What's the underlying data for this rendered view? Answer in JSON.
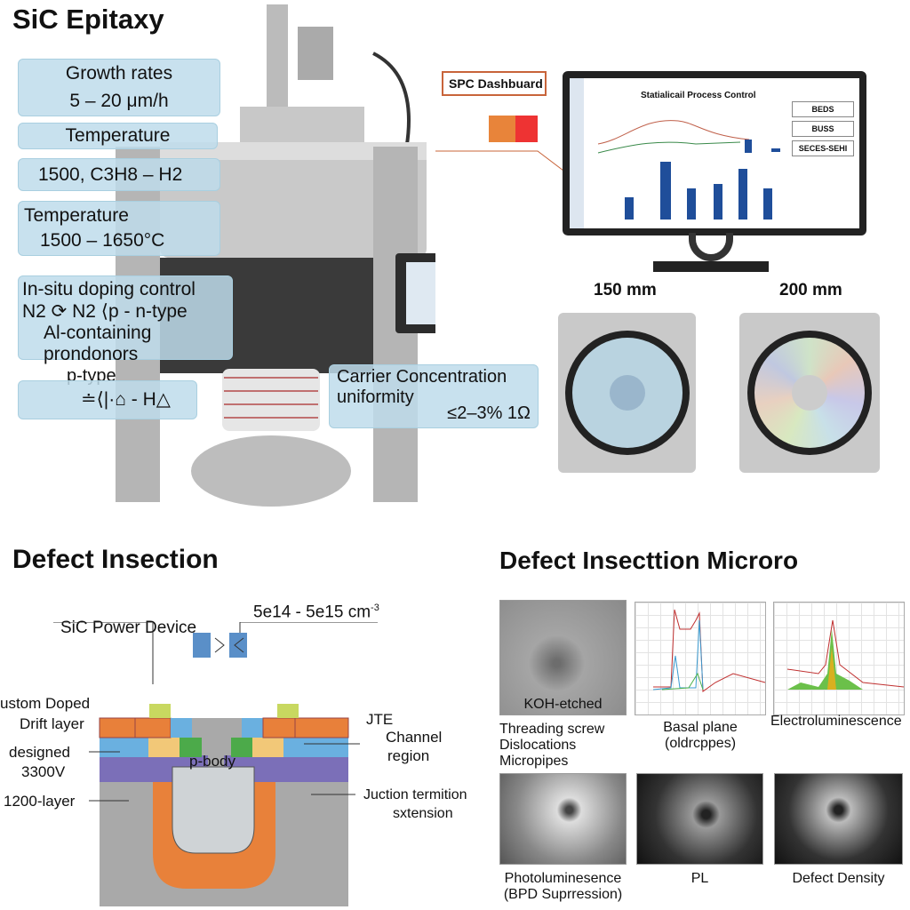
{
  "top": {
    "title": "SiC Epitaxy",
    "growth_title": "Growth rates",
    "growth_value": "5 – 20 μm/h",
    "temperature_label": "Temperature",
    "precursor": "1500, C3H8 – H2",
    "temperature_title": "Temperature",
    "temperature_value": "1500 – 1650°C",
    "doping_title": "In-situ doping control",
    "doping_line1": "N2 ⟳ N2 ⟨p - n-type",
    "doping_line2": "Al-containing prondonors",
    "ptype": "p-type",
    "ptype_formula": "≐⟨|·⌂ - H△",
    "carrier_title": "Carrier Concentration",
    "carrier_sub": "uniformity",
    "carrier_value": "≤2–3% 1Ω"
  },
  "spc": {
    "label": "SPC Dashbuard",
    "screen_title": "Statialicail Process Control",
    "panel1": "BEDS",
    "panel2": "BUSS",
    "panel3": "SECES-SEHI"
  },
  "wafers": {
    "left": "150 mm",
    "right": "200 mm"
  },
  "device": {
    "section_title": "Defect Insection",
    "title": "SiC Power Device",
    "doping_range": "5e14 - 5e15 cm",
    "doping_exp": "-3",
    "custom_doped": "ustom Doped",
    "drift": "Drift layer",
    "designed": "designed",
    "voltage": "3300V",
    "layer": "1200-layer",
    "pbody": "p-body",
    "jte": "JTE",
    "channel": "Channel",
    "region": "region",
    "jte_long1": "Juction termition",
    "jte_long2": "sxtension"
  },
  "micro": {
    "section_title": "Defect Insecttion Microro",
    "koh": "KOH-etched",
    "threading": "Threading screw",
    "dislocations": "Dislocations",
    "micropipes": "Micropipes",
    "basal1": "Basal plane",
    "basal2": "(oldrcppes)",
    "el": "Electroluminescence",
    "pl_long1": "Photoluminesence",
    "pl_long2": "(BPD Suprression)",
    "pl": "PL",
    "density": "Defect Density"
  }
}
